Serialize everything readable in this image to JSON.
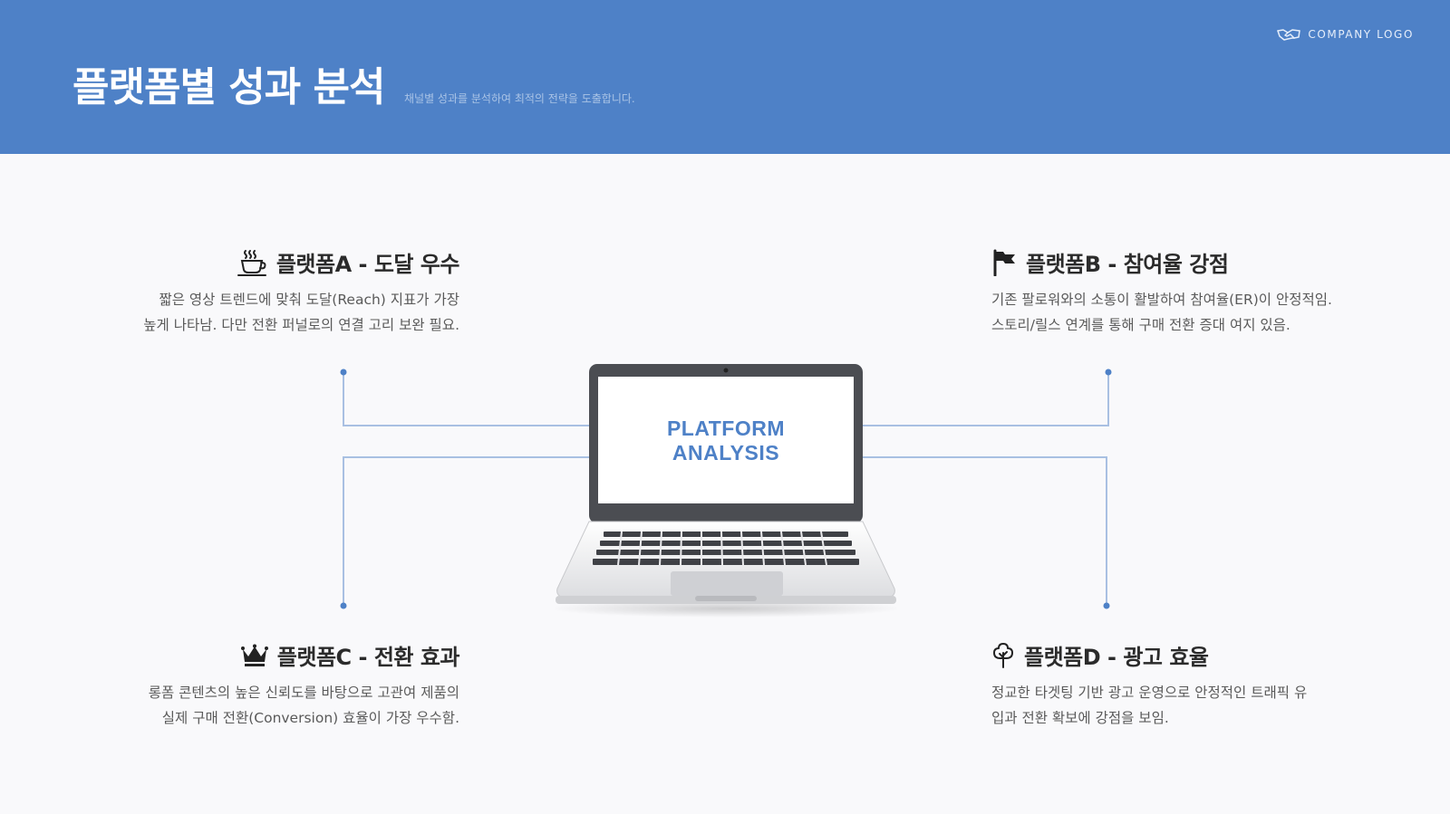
{
  "header": {
    "title": "플랫폼별 성과 분석",
    "subtitle": "채널별 성과를 분석하여 최적의 전략을 도출합니다.",
    "logo_text": "COMPANY LOGO",
    "logo_icon": "handshake-icon"
  },
  "colors": {
    "header_bg": "#4e81c7",
    "accent": "#4e81c7",
    "connector_line": "#a9c0e2",
    "page_bg": "#f9f9fb"
  },
  "laptop": {
    "screen_line1": "PLATFORM",
    "screen_line2": "ANALYSIS"
  },
  "platforms": [
    {
      "icon": "coffee-cup-icon",
      "title": "플랫폼A - 도달 우수",
      "desc_line1": "짧은 영상 트렌드에 맞춰 도달(Reach) 지표가 가장",
      "desc_line2": "높게 나타남. 다만 전환 퍼널로의 연결 고리 보완 필요."
    },
    {
      "icon": "flag-icon",
      "title": "플랫폼B - 참여율 강점",
      "desc_line1": "기존 팔로워와의 소통이 활발하여 참여율(ER)이 안정적임.",
      "desc_line2": "스토리/릴스 연계를 통해 구매 전환 증대 여지 있음."
    },
    {
      "icon": "crown-icon",
      "title": "플랫폼C - 전환 효과",
      "desc_line1": "롱폼 콘텐츠의 높은 신뢰도를 바탕으로 고관여 제품의",
      "desc_line2": "실제 구매 전환(Conversion) 효율이 가장 우수함."
    },
    {
      "icon": "tree-icon",
      "title": "플랫폼D - 광고 효율",
      "desc_line1": "정교한 타겟팅 기반 광고 운영으로 안정적인 트래픽 유",
      "desc_line2": "입과 전환 확보에 강점을 보임."
    }
  ]
}
